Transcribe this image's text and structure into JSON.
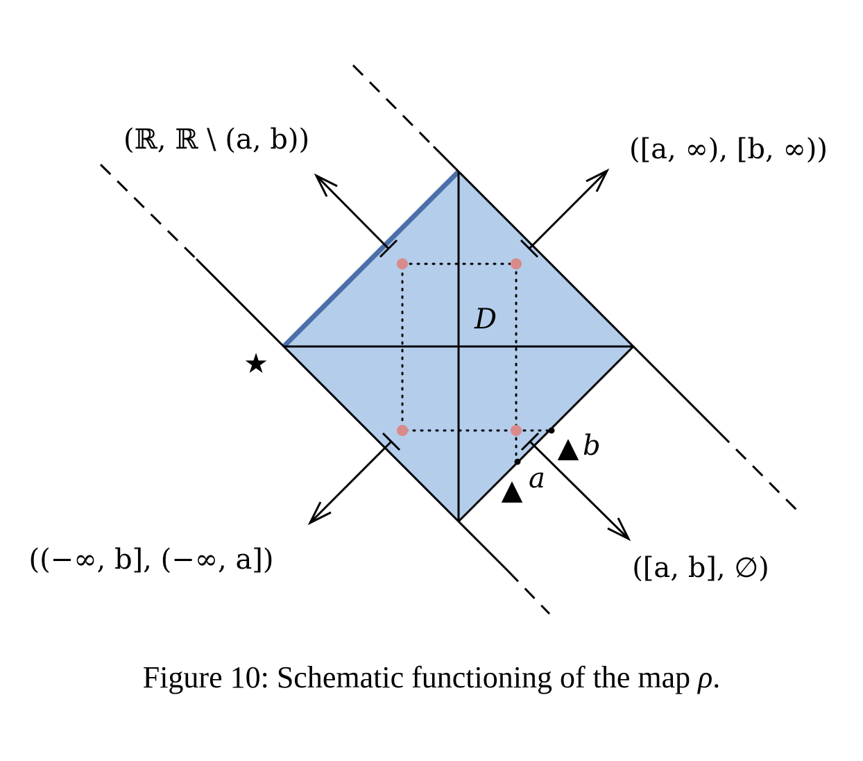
{
  "diagram": {
    "region_label": "D",
    "corner_labels": {
      "top_left": "(ℝ, ℝ \\ (a, b))",
      "top_right": "([a, ∞), [b, ∞))",
      "bottom_left": "((−∞, b], (−∞, a])",
      "bottom_right": "([a, b], ∅)"
    },
    "marker_labels": {
      "a": "a",
      "b": "b"
    },
    "star_symbol": "★",
    "triangle_symbol": "▲",
    "colors": {
      "fill": "#b3cdeb",
      "highlight_edge": "#4b6fa8",
      "dots": "#d98a8a",
      "line": "#000000"
    }
  },
  "caption": {
    "prefix": "Figure 10: Schematic functioning of the map ",
    "symbol": "ρ",
    "suffix": "."
  }
}
